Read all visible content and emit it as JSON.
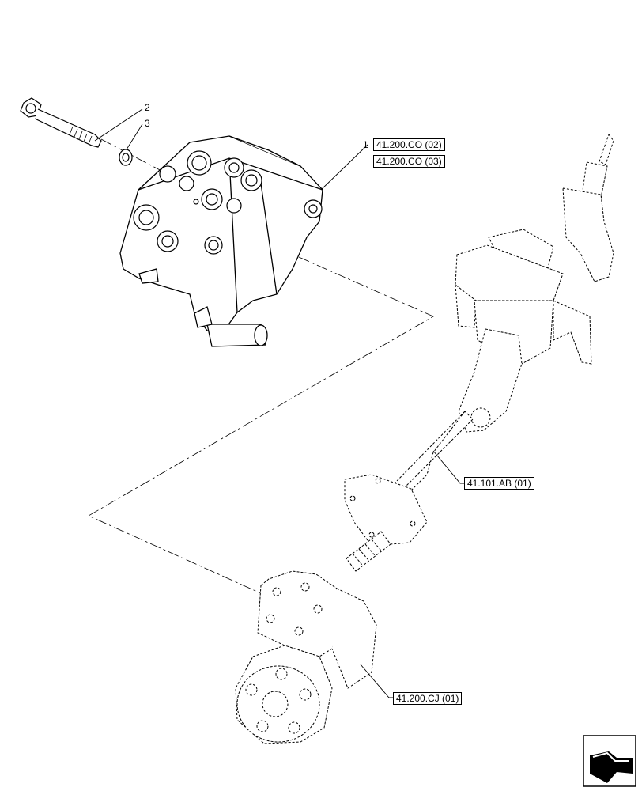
{
  "callouts": {
    "part_1": "1",
    "part_2": "2",
    "part_3": "3"
  },
  "references": {
    "valve_ref_a": "41.200.CO (02)",
    "valve_ref_b": "41.200.CO (03)",
    "column_ref": "41.101.AB (01)",
    "motor_ref": "41.200.CJ (01)"
  },
  "icons": {
    "navigation": "back-arrow-icon"
  },
  "colors": {
    "line": "#000000",
    "background": "#ffffff"
  }
}
